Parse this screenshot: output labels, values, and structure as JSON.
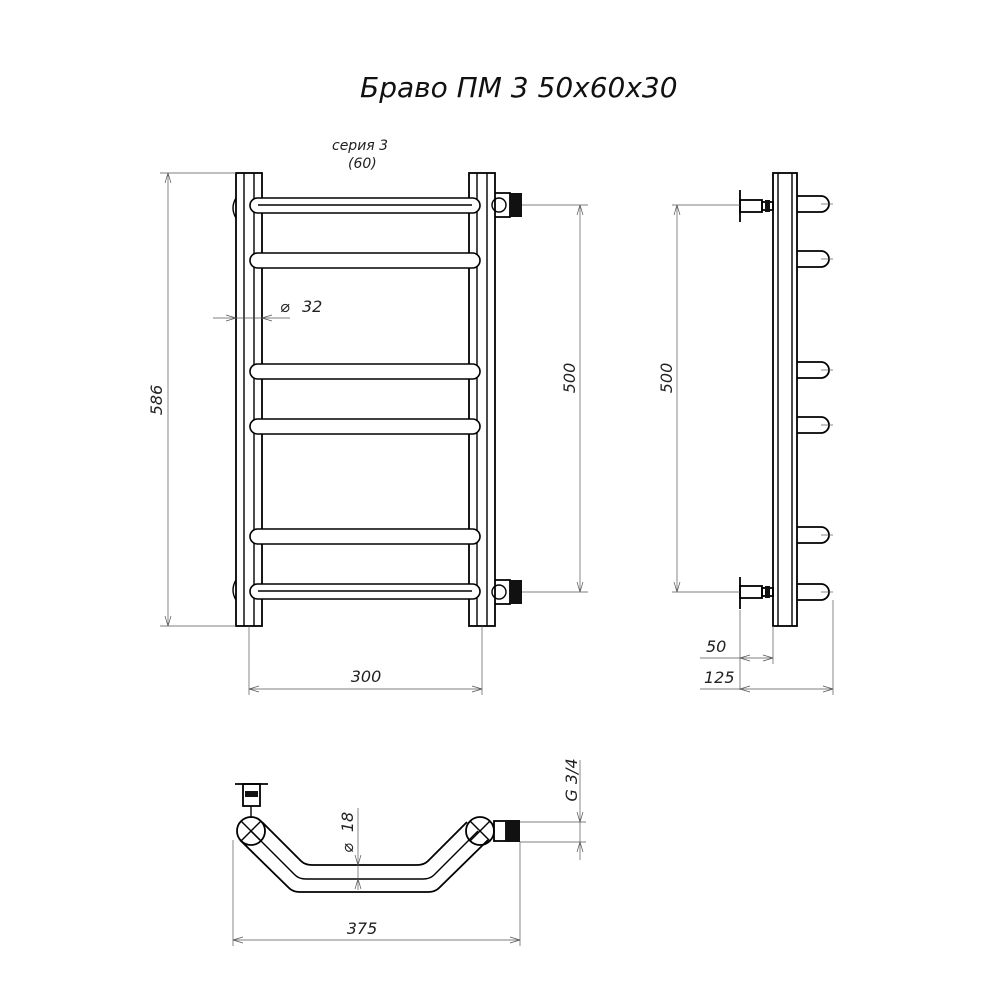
{
  "title": "Браво ПМ 3 50x60x30",
  "series_label": "серия 3",
  "series_sub": "(60)",
  "front_view": {
    "height_dim": "586",
    "diameter_dim": "32",
    "center_dim": "500",
    "width_dim": "300"
  },
  "side_view": {
    "center_dim": "500",
    "dim_50": "50",
    "dim_125": "125"
  },
  "top_view": {
    "thread_dim": "G 3/4",
    "rung_diameter_dim": "18",
    "width_dim": "375"
  },
  "diameter_symbol": "⌀",
  "line_color": "#000000"
}
